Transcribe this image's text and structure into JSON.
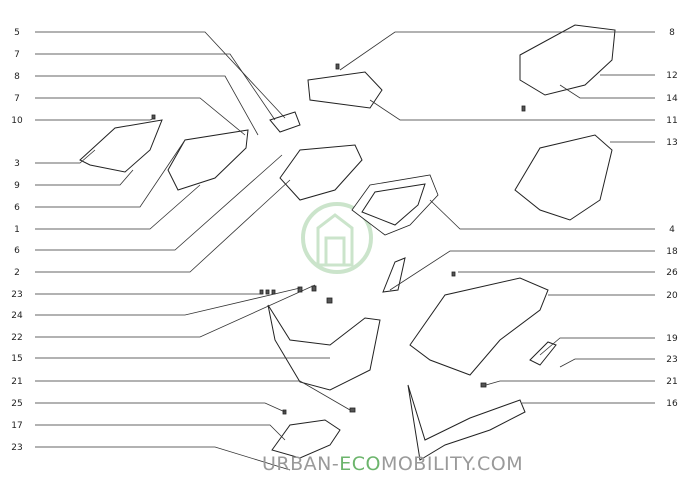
{
  "diagram": {
    "left_labels": [
      "5",
      "7",
      "8",
      "7",
      "10",
      "3",
      "9",
      "6",
      "1",
      "6",
      "2",
      "23",
      "24",
      "22",
      "15",
      "21",
      "25",
      "17",
      "23"
    ],
    "right_labels": [
      "8",
      "12",
      "14",
      "11",
      "13",
      "4",
      "18",
      "26",
      "20",
      "19",
      "23",
      "21",
      "16"
    ]
  },
  "watermark": {
    "part1": "URBAN-",
    "part2": "ECO",
    "part3": "MOBILITY.COM",
    "logo_color": "#6cb56c"
  }
}
